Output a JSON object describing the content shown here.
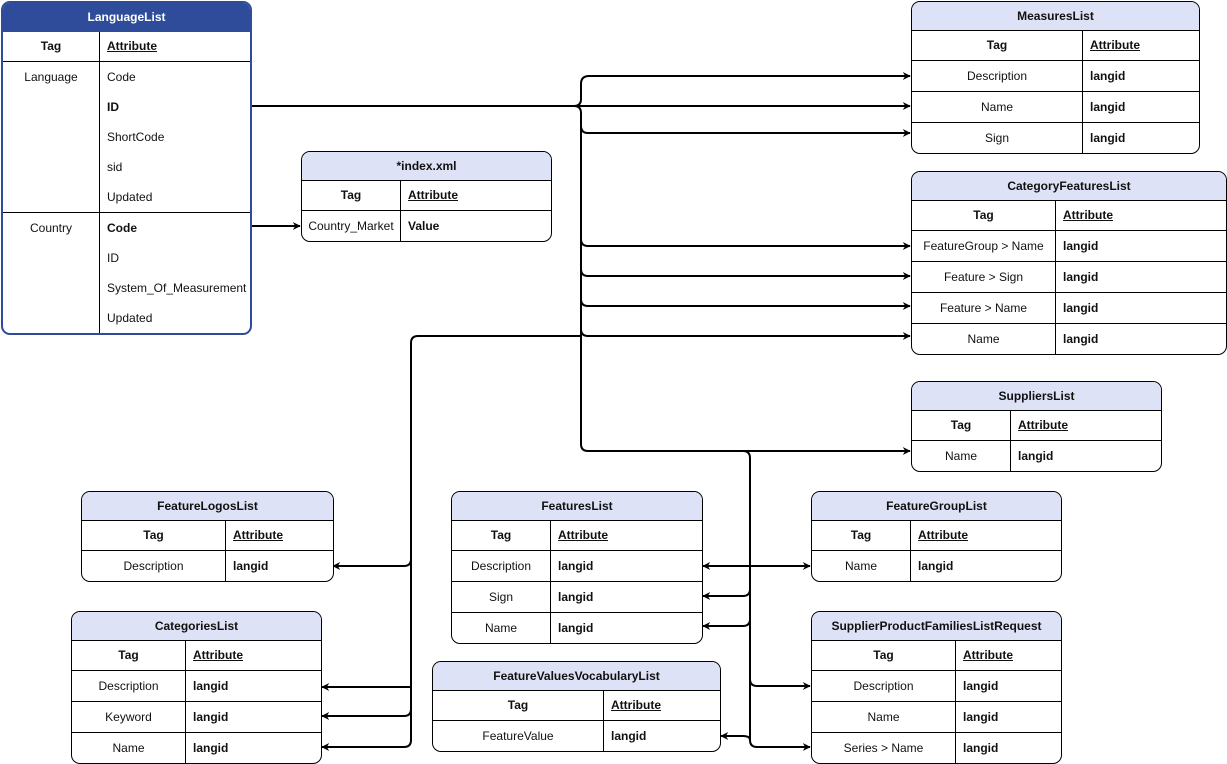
{
  "tag_header": "Tag",
  "attr_header": "Attribute",
  "tables": [
    {
      "id": "languagelist",
      "title": "LanguageList",
      "dark": true,
      "groups": [
        {
          "tag": "Language",
          "attrs": [
            {
              "text": "Code",
              "bold": false
            },
            {
              "text": "ID",
              "bold": true
            },
            {
              "text": "ShortCode",
              "bold": false
            },
            {
              "text": "sid",
              "bold": false
            },
            {
              "text": "Updated",
              "bold": false
            }
          ]
        },
        {
          "tag": "Country",
          "attrs": [
            {
              "text": "Code",
              "bold": true
            },
            {
              "text": "ID",
              "bold": false
            },
            {
              "text": "System_Of_Measurement",
              "bold": false
            },
            {
              "text": "Updated",
              "bold": false
            }
          ]
        }
      ]
    },
    {
      "id": "index-xml",
      "title": "*index.xml",
      "groups": [
        {
          "tag": "Country_Market",
          "attrs": [
            {
              "text": "Value",
              "bold": true
            }
          ]
        }
      ]
    },
    {
      "id": "measureslist",
      "title": "MeasuresList",
      "groups": [
        {
          "tag": "Description",
          "attrs": [
            {
              "text": "langid",
              "bold": true
            }
          ]
        },
        {
          "tag": "Name",
          "attrs": [
            {
              "text": "langid",
              "bold": true
            }
          ]
        },
        {
          "tag": "Sign",
          "attrs": [
            {
              "text": "langid",
              "bold": true
            }
          ]
        }
      ]
    },
    {
      "id": "categoryfeatureslist",
      "title": "CategoryFeaturesList",
      "groups": [
        {
          "tag": "FeatureGroup > Name",
          "attrs": [
            {
              "text": "langid",
              "bold": true
            }
          ]
        },
        {
          "tag": "Feature > Sign",
          "attrs": [
            {
              "text": "langid",
              "bold": true
            }
          ]
        },
        {
          "tag": "Feature > Name",
          "attrs": [
            {
              "text": "langid",
              "bold": true
            }
          ]
        },
        {
          "tag": "Name",
          "attrs": [
            {
              "text": "langid",
              "bold": true
            }
          ]
        }
      ]
    },
    {
      "id": "supplierslist",
      "title": "SuppliersList",
      "groups": [
        {
          "tag": "Name",
          "attrs": [
            {
              "text": "langid",
              "bold": true
            }
          ]
        }
      ]
    },
    {
      "id": "featurelogoslist",
      "title": "FeatureLogosList",
      "groups": [
        {
          "tag": "Description",
          "attrs": [
            {
              "text": "langid",
              "bold": true
            }
          ]
        }
      ]
    },
    {
      "id": "featureslist",
      "title": "FeaturesList",
      "groups": [
        {
          "tag": "Description",
          "attrs": [
            {
              "text": "langid",
              "bold": true
            }
          ]
        },
        {
          "tag": "Sign",
          "attrs": [
            {
              "text": "langid",
              "bold": true
            }
          ]
        },
        {
          "tag": "Name",
          "attrs": [
            {
              "text": "langid",
              "bold": true
            }
          ]
        }
      ]
    },
    {
      "id": "featuregrouplist",
      "title": "FeatureGroupList",
      "groups": [
        {
          "tag": "Name",
          "attrs": [
            {
              "text": "langid",
              "bold": true
            }
          ]
        }
      ]
    },
    {
      "id": "categorieslist",
      "title": "CategoriesList",
      "groups": [
        {
          "tag": "Description",
          "attrs": [
            {
              "text": "langid",
              "bold": true
            }
          ]
        },
        {
          "tag": "Keyword",
          "attrs": [
            {
              "text": "langid",
              "bold": true
            }
          ]
        },
        {
          "tag": "Name",
          "attrs": [
            {
              "text": "langid",
              "bold": true
            }
          ]
        }
      ]
    },
    {
      "id": "featurevaluesvocabularylist",
      "title": "FeatureValuesVocabularyList",
      "groups": [
        {
          "tag": "FeatureValue",
          "attrs": [
            {
              "text": "langid",
              "bold": true
            }
          ]
        }
      ]
    },
    {
      "id": "supplierproductfamilieslistrequest",
      "title": "SupplierProductFamiliesListRequest",
      "groups": [
        {
          "tag": "Description",
          "attrs": [
            {
              "text": "langid",
              "bold": true
            }
          ]
        },
        {
          "tag": "Name",
          "attrs": [
            {
              "text": "langid",
              "bold": true
            }
          ]
        },
        {
          "tag": "Series > Name",
          "attrs": [
            {
              "text": "langid",
              "bold": true
            }
          ]
        }
      ]
    }
  ]
}
